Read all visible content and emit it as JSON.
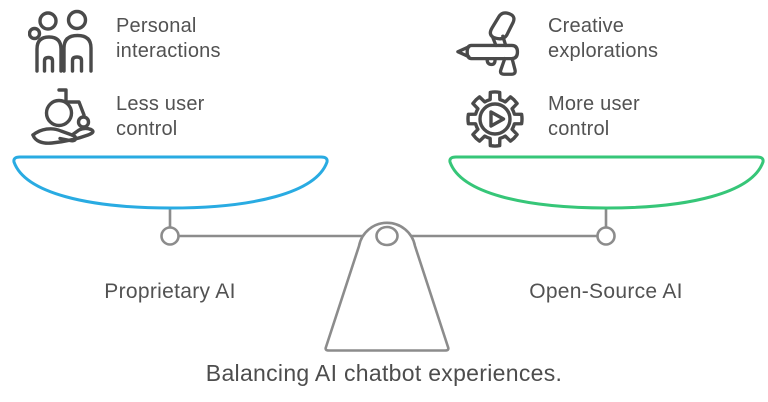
{
  "caption": "Balancing AI chatbot experiences.",
  "left": {
    "pan_label": "Proprietary AI",
    "pan_color": "#29ABE2",
    "features": [
      {
        "icon": "people-icon",
        "lines": [
          "Personal",
          "interactions"
        ]
      },
      {
        "icon": "wheelchair-hand-icon",
        "lines": [
          "Less user",
          "control"
        ]
      }
    ]
  },
  "right": {
    "pan_label": "Open-Source AI",
    "pan_color": "#36C678",
    "features": [
      {
        "icon": "airbrush-icon",
        "lines": [
          "Creative",
          "explorations"
        ]
      },
      {
        "icon": "gear-play-icon",
        "lines": [
          "More user",
          "control"
        ]
      }
    ]
  },
  "colors": {
    "stand": "#8C8C8C",
    "icon_stroke": "#4A4A4A",
    "text": "#525252"
  }
}
